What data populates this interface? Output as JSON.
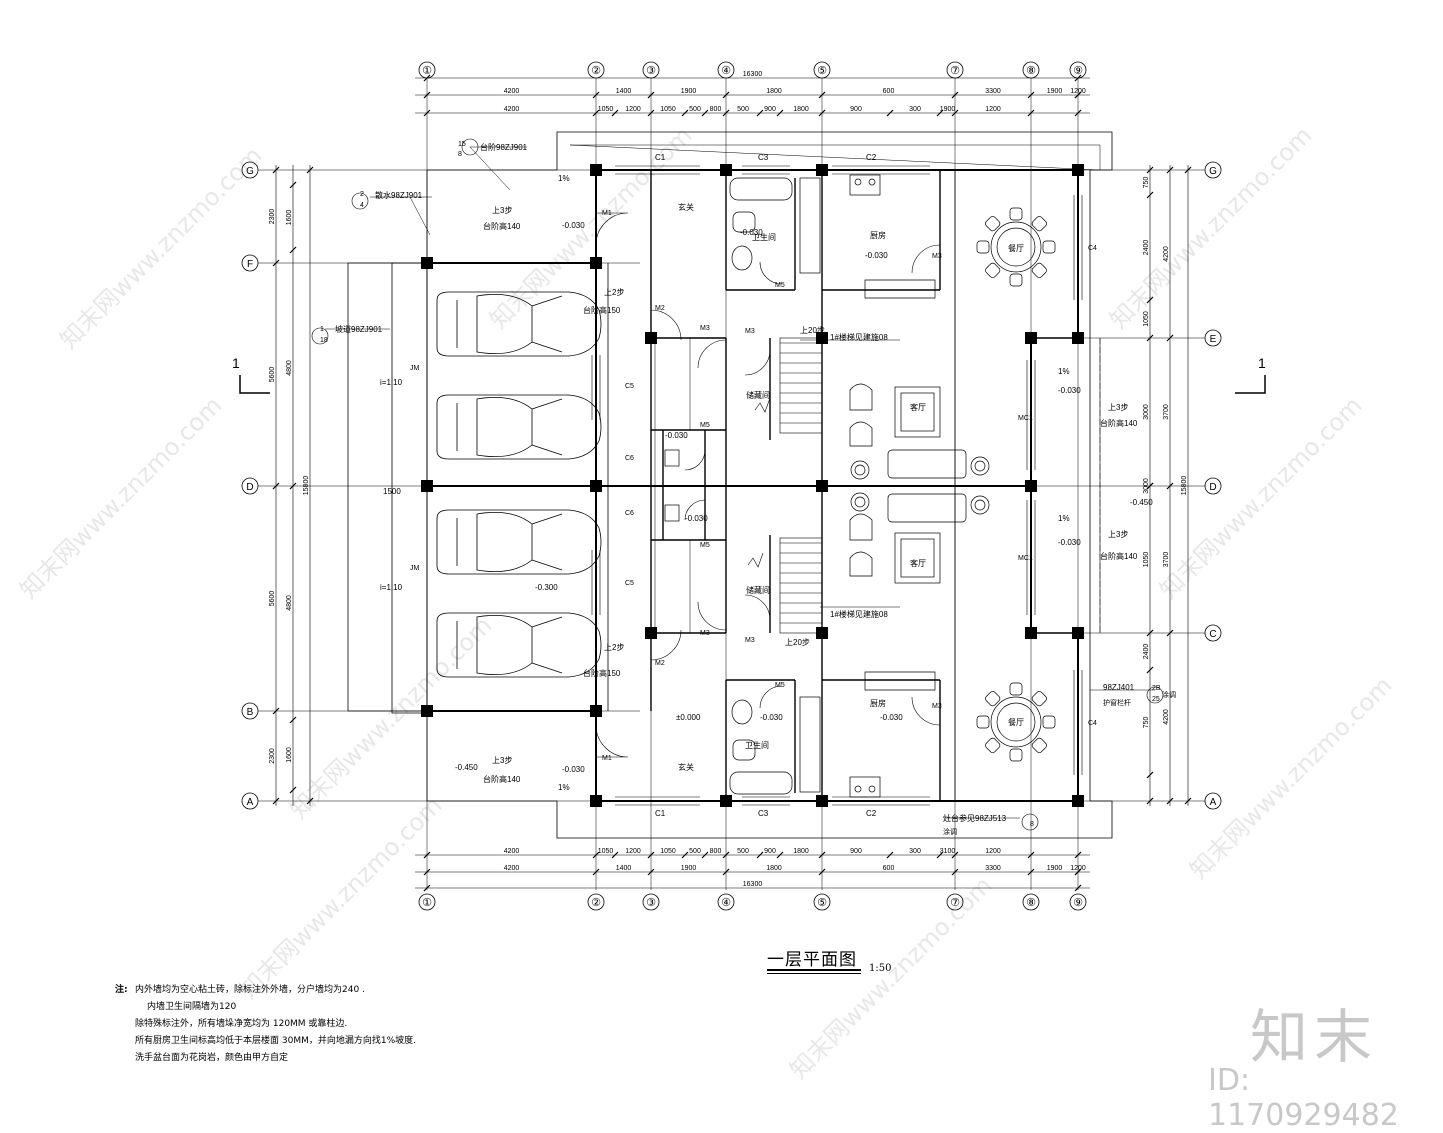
{
  "drawing_title": "一层平面图",
  "scale": "1:50",
  "top_axes": [
    "①",
    "②",
    "③",
    "④",
    "⑤",
    "⑦",
    "⑧",
    "⑨"
  ],
  "side_axes_left": [
    "G",
    "F",
    "D",
    "B",
    "A"
  ],
  "side_axes_right": [
    "G",
    "E",
    "D",
    "C",
    "A"
  ],
  "dims_top_total": "16300",
  "dims_top_row1": [
    "4200",
    "1400",
    "1900",
    "1800",
    "600",
    "3300",
    "1900",
    "1200"
  ],
  "dims_top_row2": [
    "4200",
    "1050",
    "1200",
    "1050",
    "500",
    "800",
    "500",
    "900",
    "1800",
    "900",
    "300",
    "1900",
    "1200"
  ],
  "dims_bottom_row1": [
    "4200",
    "1050",
    "1200",
    "1050",
    "500",
    "800",
    "500",
    "900",
    "1800",
    "900",
    "300",
    "3100",
    "1200"
  ],
  "dims_bottom_row2": [
    "4200",
    "1400",
    "1900",
    "1800",
    "600",
    "3300",
    "1900",
    "1200"
  ],
  "dims_bottom_total": "16300",
  "dims_left": [
    "2300",
    "5600",
    "5600",
    "2300"
  ],
  "dims_left_inner": [
    "1600",
    "4800",
    "4800",
    "1600"
  ],
  "dims_left_total": "15800",
  "dims_right": [
    "750",
    "2400",
    "1050",
    "3000",
    "3000",
    "1050",
    "2400",
    "750"
  ],
  "dims_right_outer": [
    "4200",
    "3700",
    "3700",
    "4200"
  ],
  "dims_right_total": "15800",
  "section_mark": "1",
  "rooms": {
    "entry": "玄关",
    "bath": "卫生间",
    "kitchen": "厨房",
    "dining": "餐厅",
    "storage": "储藏间",
    "living": "客厅",
    "garage_slope": "i=1:10"
  },
  "labels": {
    "step_note_1": "台阶98ZJ901",
    "step_ref_1": "15",
    "step_ref_1b": "8",
    "drain_note": "散水98ZJ901",
    "drain_ref": "2",
    "drain_ref_b": "4",
    "ramp_note": "坡道98ZJ901",
    "ramp_ref": "1",
    "ramp_ref_b": "18",
    "up3": "上3步",
    "stair_h140": "台阶高140",
    "up2": "上2步",
    "stair_h150": "台阶高150",
    "up20": "上20步",
    "stair_note": "1#楼梯见建施08",
    "railing_note": "98ZJ401",
    "railing_ref": "2B",
    "railing_ref_b": "25",
    "railing_text": "护窗栏杆",
    "railing_text2": "涂调",
    "platform_note": "灶台参见98ZJ513",
    "platform_ref": "8",
    "platform_text": "涂调",
    "elev_0": "±0.000",
    "elev_030": "-0.030",
    "elev_045": "-0.450",
    "elev_030b": "-0.300",
    "slope_1pct": "1%",
    "door_m1": "M1",
    "door_m2": "M2",
    "door_m3": "M3",
    "door_m5": "M5",
    "door_mc1": "MC1",
    "door_jm": "JM",
    "win_c1": "C1",
    "win_c2": "C2",
    "win_c3": "C3",
    "win_c4": "C4",
    "win_c5": "C5",
    "win_c6": "C6",
    "dim_1500": "1500"
  },
  "notes": {
    "label": "注:",
    "lines": [
      "内外墙均为空心粘土砖，除标注外外墙，分户墙均为240 .",
      "内墙卫生间隔墙为120",
      "除特殊标注外，所有墙垛净宽均为 120MM    或靠柱边.",
      "所有厨房卫生间标高均低于本层楼面 30MM，并向地漏方向找1%坡度.",
      "洗手盆台面为花岗岩，颜色由甲方自定"
    ]
  },
  "brand": "知末",
  "id_text": "ID: 1170929482",
  "watermark_text": "知末网www.znzmo.com"
}
